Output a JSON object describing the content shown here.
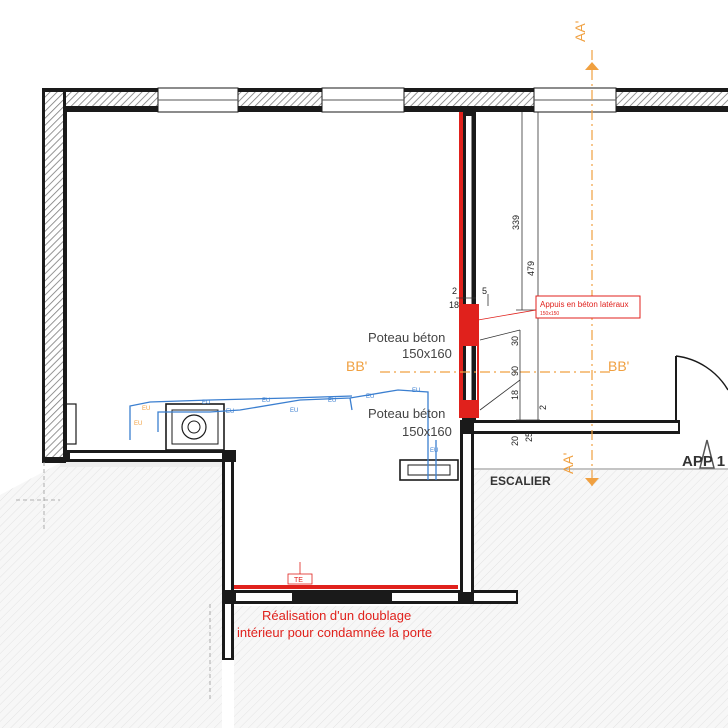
{
  "plan": {
    "section_aa_top": "AA'",
    "section_aa_bottom": "AA'",
    "section_bb_left": "BB'",
    "section_bb_right": "BB'",
    "poteau_top_label": "Poteau béton",
    "poteau_top_dim": "150x160",
    "poteau_bottom_label": "Poteau béton",
    "poteau_bottom_dim": "150x160",
    "appuis_note": "Appuis en béton latéraux",
    "appuis_sub": "150x150",
    "escalier_label": "ESCALIER",
    "app_label": "APP 1",
    "te_tag": "TE",
    "doublage_line1": "Réalisation d'un doublage",
    "doublage_line2": "intérieur pour condamnée la porte",
    "dims": {
      "d339": "339",
      "d479": "479",
      "d2_top": "2",
      "d5": "5",
      "d18_top": "18",
      "d30": "30",
      "d90": "90",
      "d18_bottom": "18",
      "d2_bottom": "2",
      "d20": "20",
      "d25": "25"
    },
    "pipe_tags": [
      "EU",
      "EU",
      "EU",
      "EU",
      "EU",
      "EU",
      "EU",
      "EU",
      "EU",
      "EU"
    ],
    "colors": {
      "wall": "#1a1a1a",
      "hatch": "#7a7a7a",
      "red": "#e0211c",
      "orange": "#f0a040",
      "pipe": "#3b7fd0",
      "ground": "#f1f1f1"
    }
  }
}
